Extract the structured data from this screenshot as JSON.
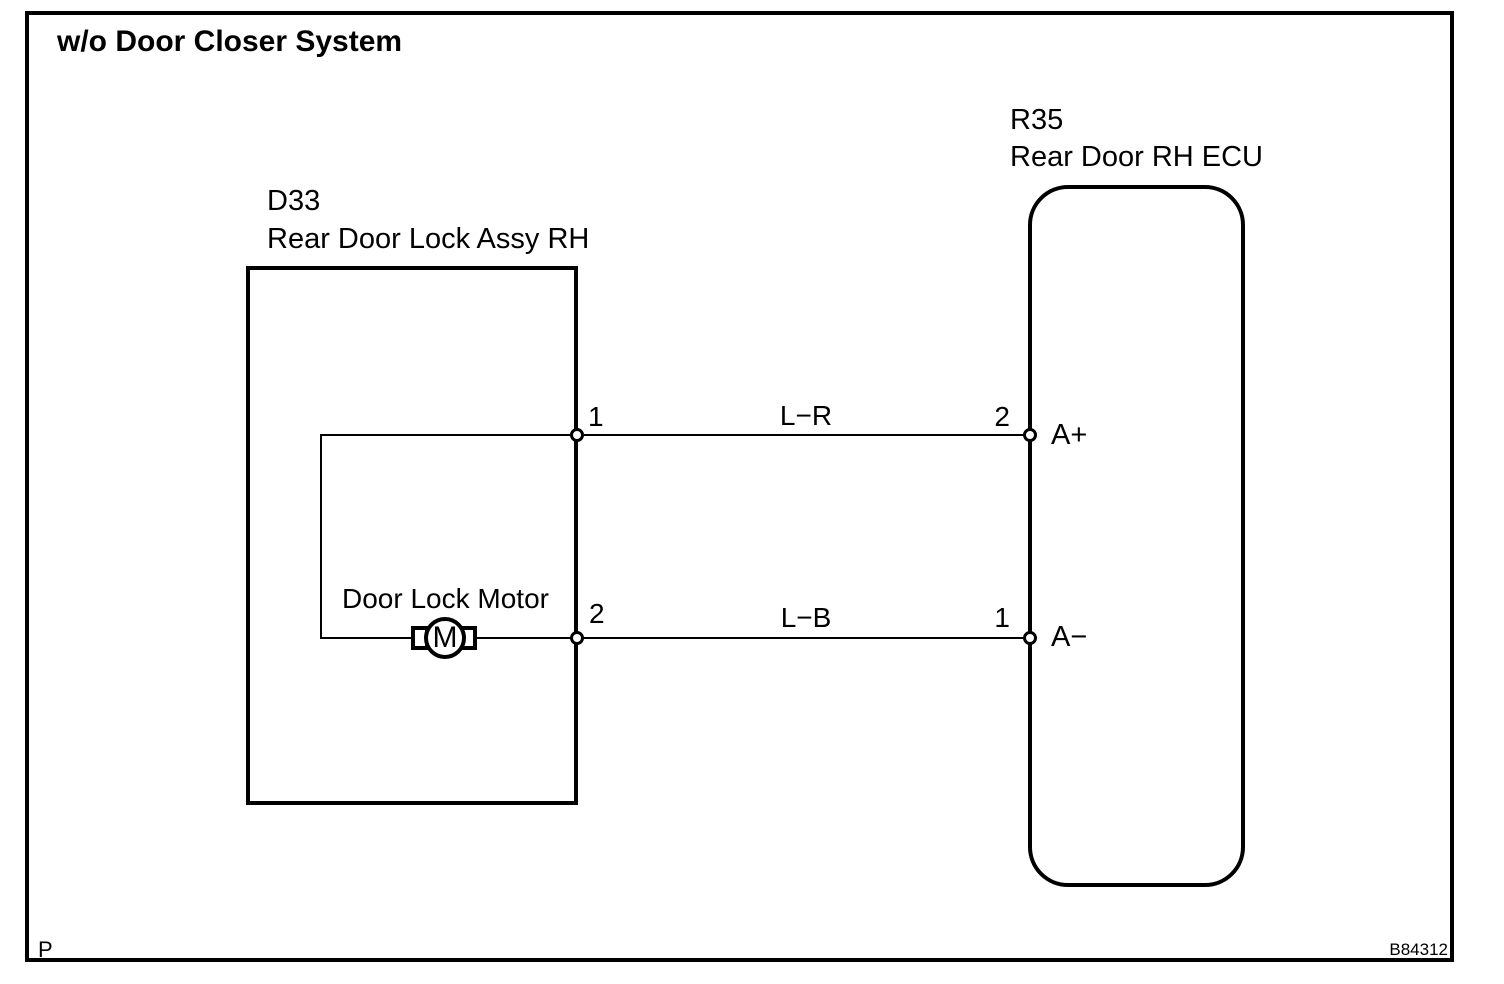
{
  "diagram": {
    "title": "w/o Door Closer System",
    "colors": {
      "ink": "#000000",
      "paper": "#ffffff"
    },
    "components": {
      "lock_assy": {
        "code": "D33",
        "name": "Rear Door Lock Assy RH",
        "motor": {
          "label": "Door Lock Motor",
          "symbol": "M"
        },
        "pins": [
          {
            "number": "1"
          },
          {
            "number": "2"
          }
        ]
      },
      "ecu": {
        "code": "R35",
        "name": "Rear Door RH ECU",
        "pins": [
          {
            "number": "2",
            "signal": "A+"
          },
          {
            "number": "1",
            "signal": "A−"
          }
        ]
      }
    },
    "wires": [
      {
        "from": "D33 pin 1",
        "to": "R35 pin 2",
        "color_code": "L−R"
      },
      {
        "from": "D33 pin 2",
        "to": "R35 pin 1",
        "color_code": "L−B"
      }
    ],
    "footer": {
      "page_marker": "P",
      "figure_code": "B84312"
    }
  }
}
